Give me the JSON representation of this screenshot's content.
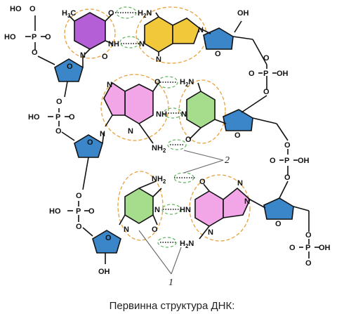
{
  "caption": "Первинна структура ДНК:",
  "callouts": {
    "one": "1",
    "two": "2"
  },
  "atoms": {
    "HO": "HO",
    "OH": "OH",
    "O": "O",
    "P": "P",
    "N": "N",
    "NH": "NH",
    "HN": "HN",
    "H2N": "H",
    "NH2": "NH",
    "sub2": "2",
    "H3C": "H",
    "sub3": "3",
    "C": "C"
  },
  "colors": {
    "thymine": "#b45fd6",
    "adenine": "#f0c83a",
    "guanine": "#f2a6e8",
    "cytosine": "#a5dd8c",
    "sugar": "#3a86c8",
    "halo": "#e8a13a",
    "hbond_halo": "#5db35d"
  }
}
